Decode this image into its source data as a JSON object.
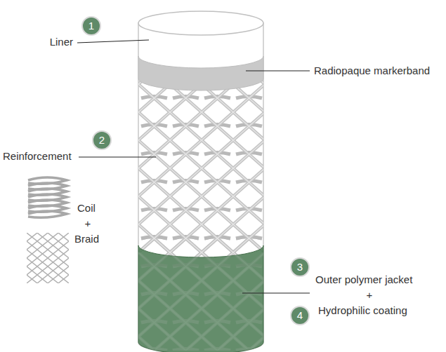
{
  "diagram": {
    "labels": [
      "1",
      "Liner",
      "Radiopaque markerband",
      "2",
      "Reinforcement",
      "Coil",
      "+",
      "Braid",
      "3",
      "Outer polymer jacket",
      "+",
      "4",
      "Hydrophilic coating"
    ]
  }
}
